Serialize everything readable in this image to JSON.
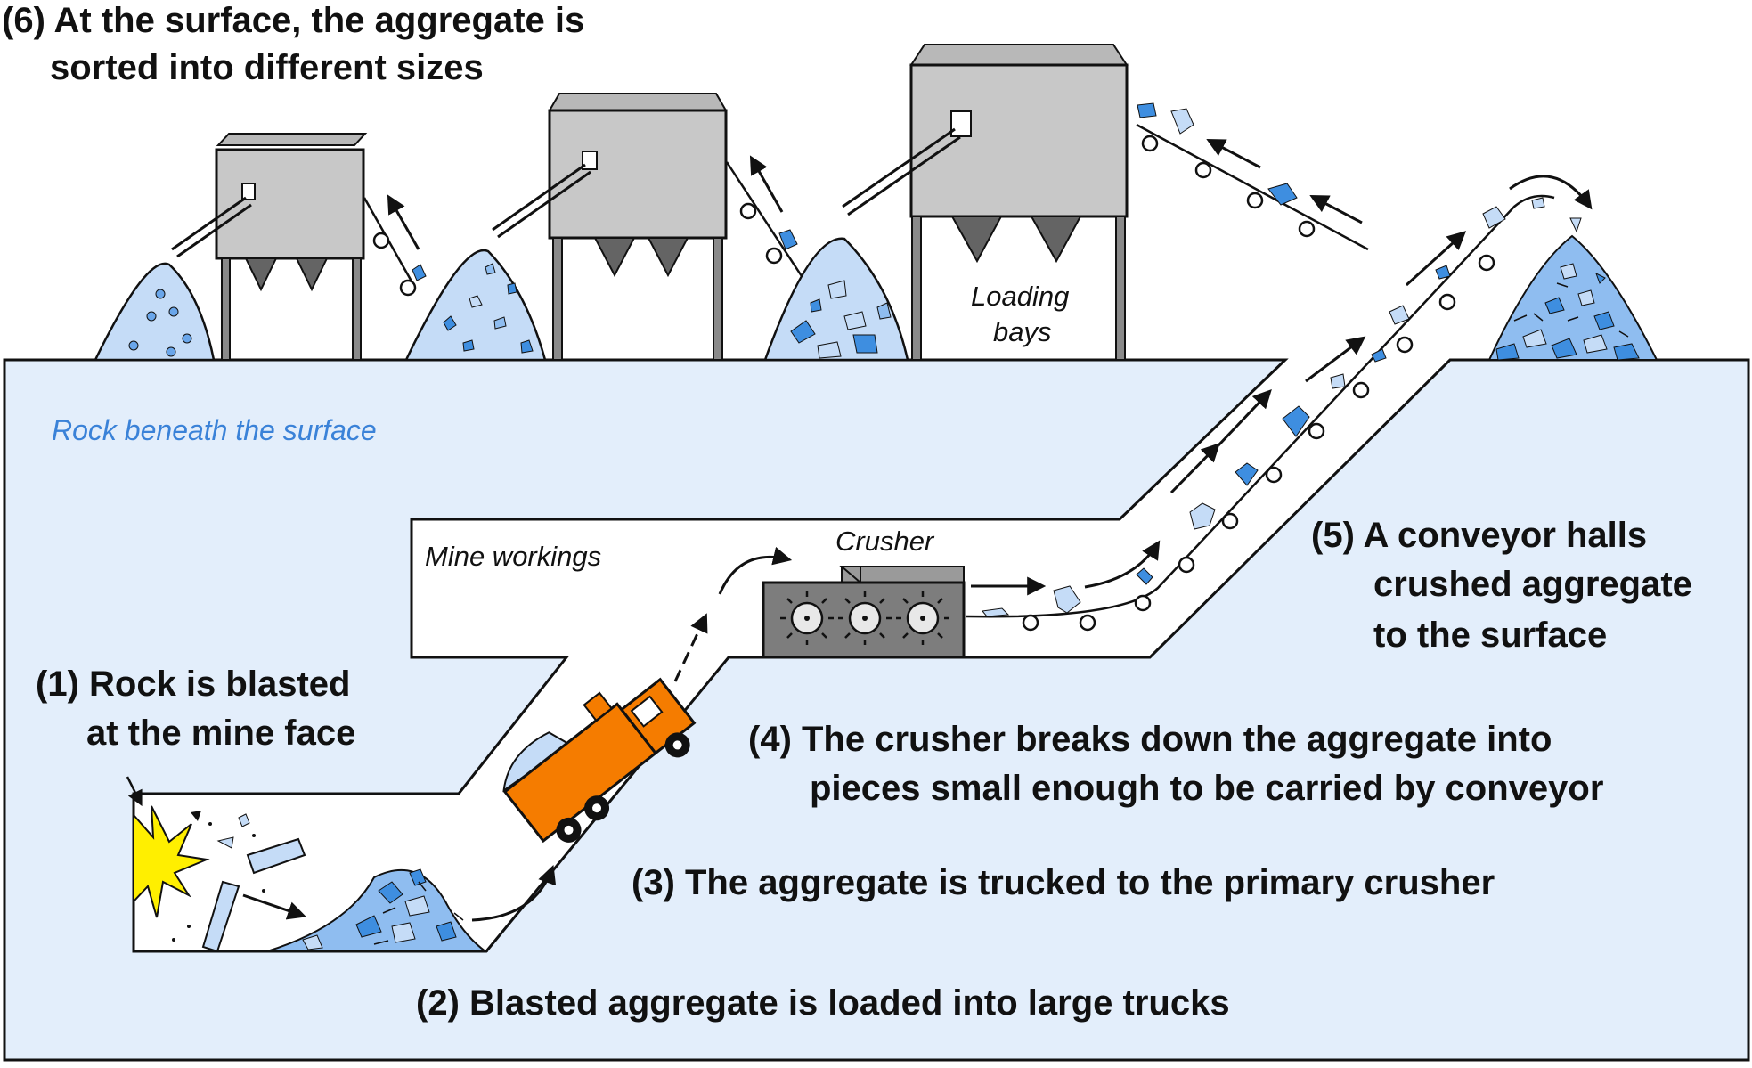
{
  "labels": {
    "step6": [
      "(6) At the surface, the aggregate is",
      "sorted into different sizes"
    ],
    "rock_beneath": "Rock beneath the surface",
    "mine_workings": "Mine workings",
    "crusher": "Crusher",
    "loading_bays": [
      "Loading",
      "bays"
    ],
    "step1": [
      "(1) Rock is blasted",
      "at the mine face"
    ],
    "step2": "(2) Blasted aggregate is loaded into large trucks",
    "step3": "(3)  The aggregate is trucked to the primary crusher",
    "step4": [
      "(4)  The crusher breaks down the aggregate into",
      "pieces small enough to be carried by conveyor"
    ],
    "step5": [
      "(5) A conveyor halls",
      "crushed aggregate",
      "to the surface"
    ]
  },
  "colors": {
    "rock": "#e3eefb",
    "stroke": "#111111",
    "silo": "#c8c8c8",
    "hopper": "#646464",
    "crusher": "#7d7d7d",
    "truck": "#f57c00",
    "aggregate_light": "#c5dcf7",
    "aggregate_mid": "#8fbdf0",
    "aggregate_dark": "#3e8ee0",
    "blast": "#ffef00",
    "label_blue": "#3a82d8"
  }
}
